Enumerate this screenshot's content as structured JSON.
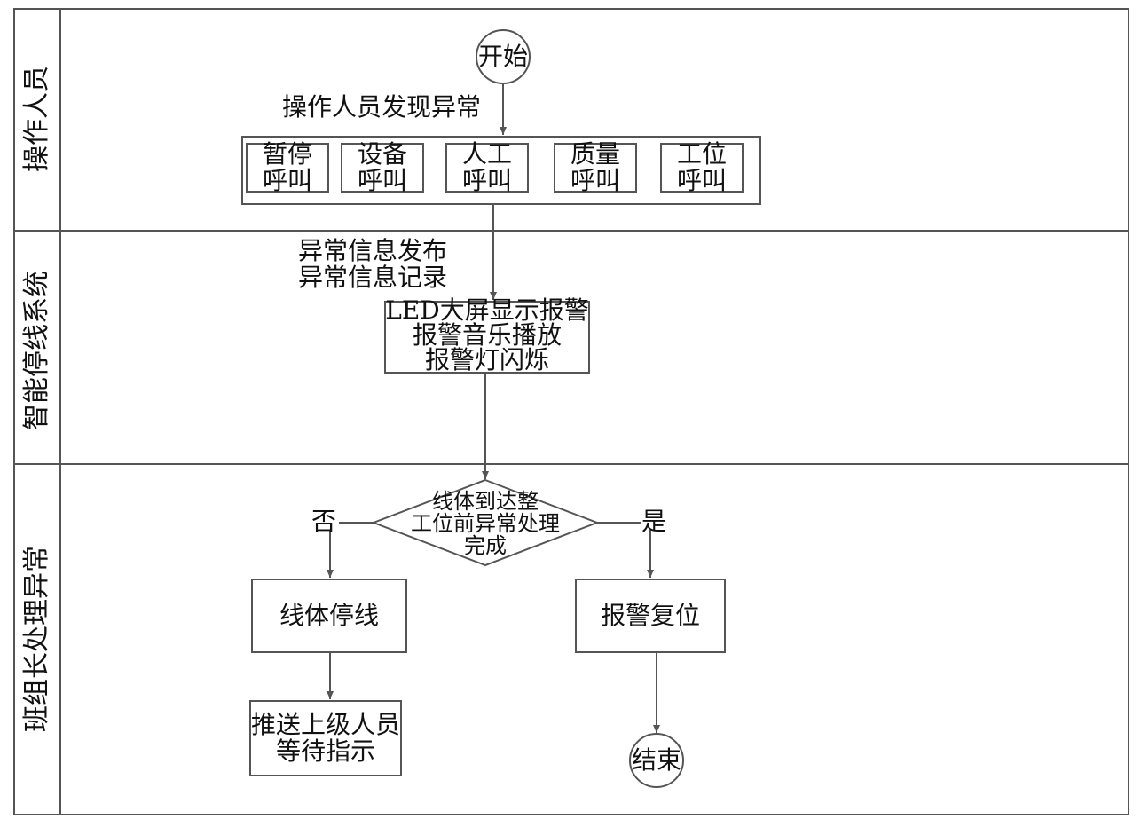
{
  "lanes": [
    {
      "label": "操作人员"
    },
    {
      "label": "智能停线系统"
    },
    {
      "label": "班组长处理异常"
    }
  ],
  "nodes": {
    "start": "开始",
    "end": "结束",
    "discover_label": "操作人员发现异常",
    "calls": [
      {
        "line1": "暂停",
        "line2": "呼叫"
      },
      {
        "line1": "设备",
        "line2": "呼叫"
      },
      {
        "line1": "人工",
        "line2": "呼叫"
      },
      {
        "line1": "质量",
        "line2": "呼叫"
      },
      {
        "line1": "工位",
        "line2": "呼叫"
      }
    ],
    "info_publish": "异常信息发布",
    "info_record": "异常信息记录",
    "alarm": {
      "line1": "LED大屏显示报警",
      "line2": "报警音乐播放",
      "line3": "报警灯闪烁"
    },
    "decision": {
      "line1": "线体到达整",
      "line2": "工位前异常处理",
      "line3": "完成"
    },
    "no_label": "否",
    "yes_label": "是",
    "line_stop": "线体停线",
    "push": {
      "line1": "推送上级人员",
      "line2": "等待指示"
    },
    "alarm_reset": "报警复位"
  }
}
